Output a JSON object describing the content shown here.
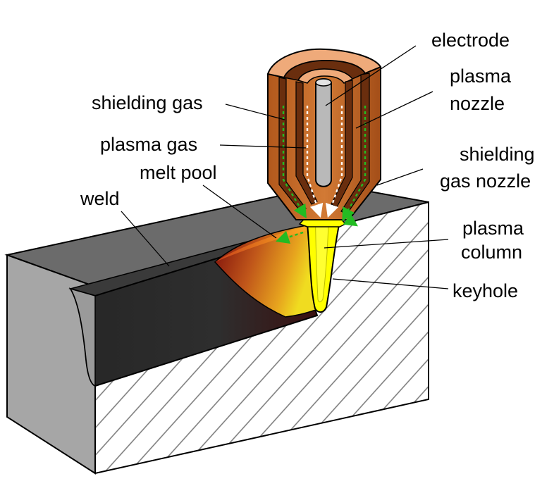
{
  "labels": {
    "electrode": "electrode",
    "plasma_nozzle_1": "plasma",
    "plasma_nozzle_2": "nozzle",
    "shielding_gas": "shielding gas",
    "plasma_gas": "plasma gas",
    "melt_pool": "melt pool",
    "shielding_gas_nozzle_1": "shielding",
    "shielding_gas_nozzle_2": "gas nozzle",
    "weld": "weld",
    "plasma_column_1": "plasma",
    "plasma_column_2": "column",
    "keyhole": "keyhole"
  },
  "colors": {
    "copper": "#c8712d",
    "copper_dark": "#7a3a14",
    "copper_light": "#efaa7a",
    "electrode": "#b9b9b9",
    "block_top": "#6e6e6e",
    "block_side": "#a8a8a8",
    "weld_bead": "#2d2d2d",
    "plasma": "#ffff00",
    "melt_hot": "#ff8a1a",
    "melt_red": "#8a1010",
    "gas_arrow": "#22bb22"
  }
}
